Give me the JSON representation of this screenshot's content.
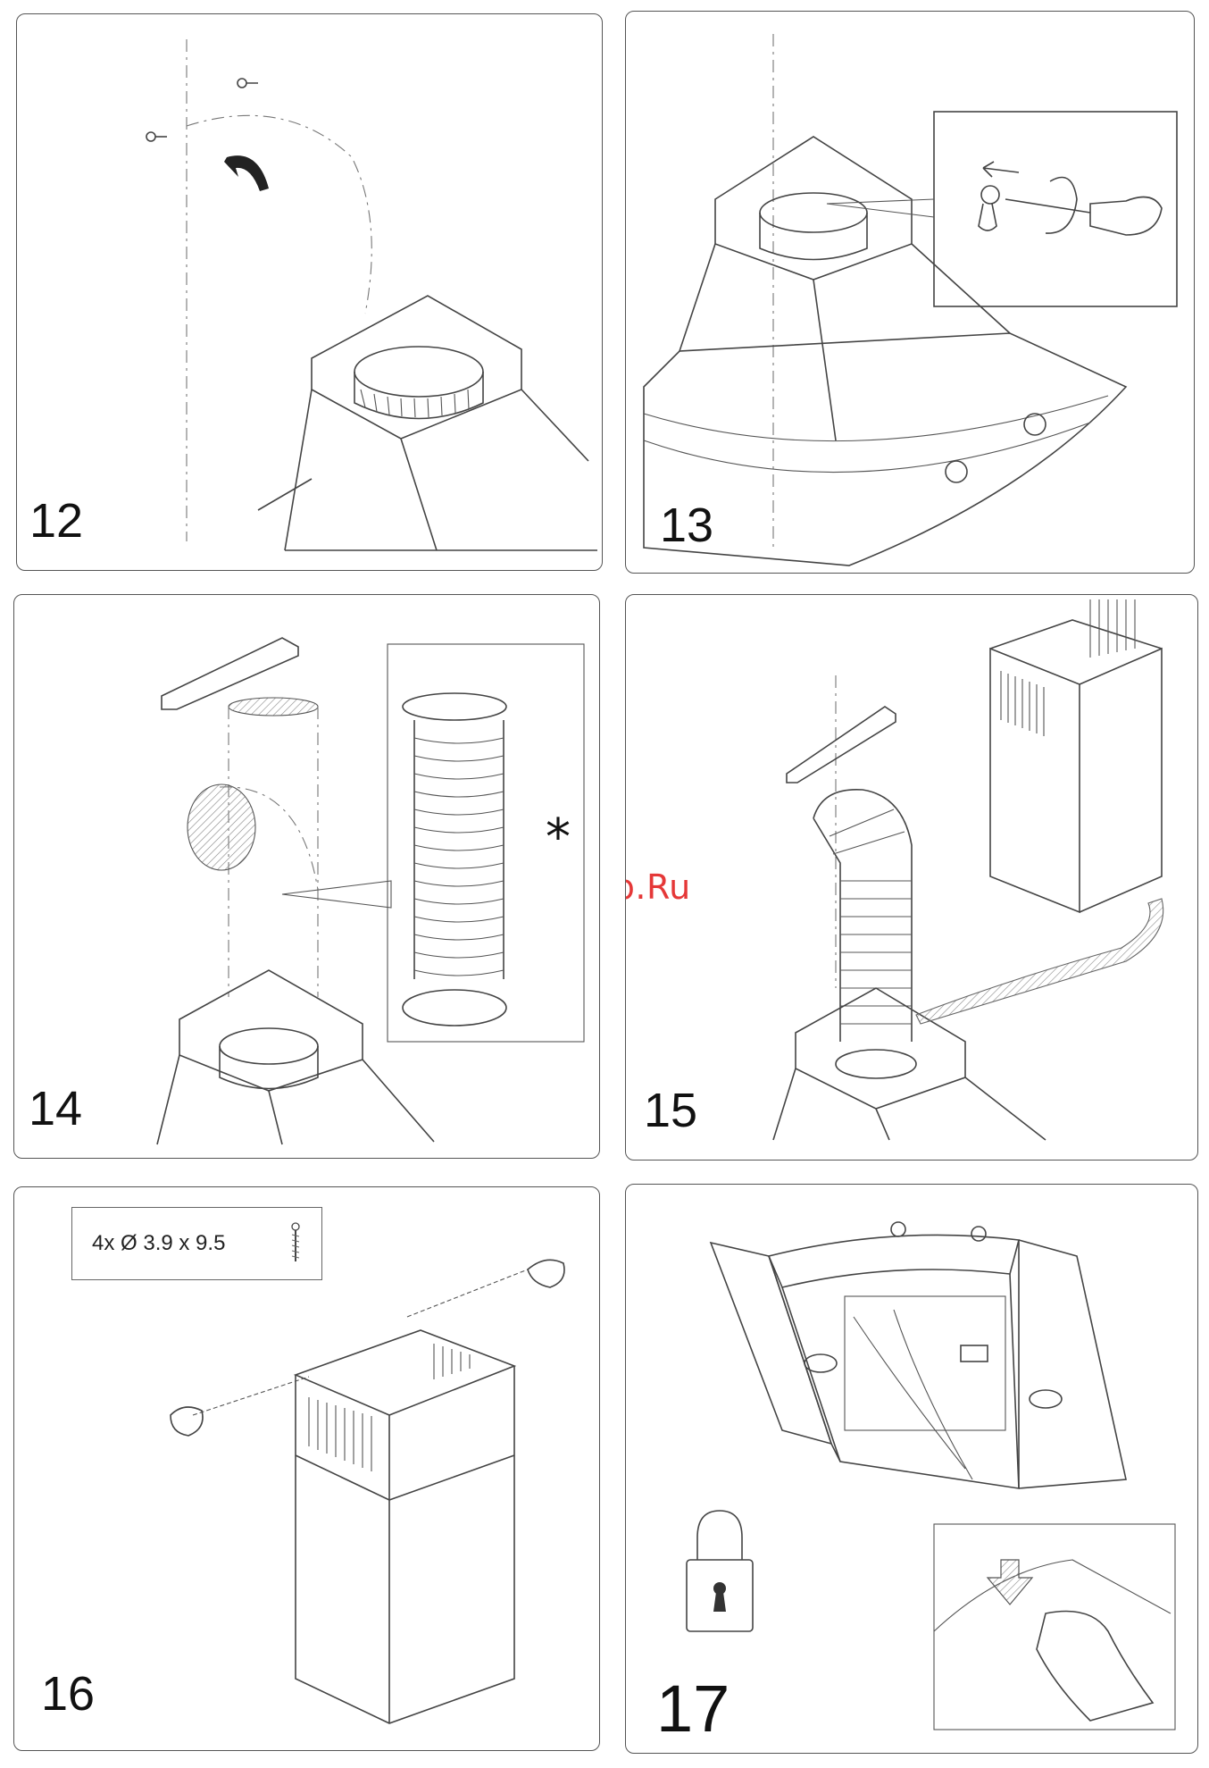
{
  "watermark": "McGrp.Ru",
  "panels": [
    {
      "step": "12"
    },
    {
      "step": "13"
    },
    {
      "step": "14"
    },
    {
      "step": "15"
    },
    {
      "step": "16"
    },
    {
      "step": "17"
    }
  ],
  "screw_spec": "4x Ø 3.9 x 9.5",
  "icons": [
    "screw-icon",
    "rotate-arrow-icon",
    "screwdriver-hand-icon",
    "flexible-duct-icon",
    "asterisk-icon",
    "padlock-icon",
    "hand-press-icon"
  ]
}
